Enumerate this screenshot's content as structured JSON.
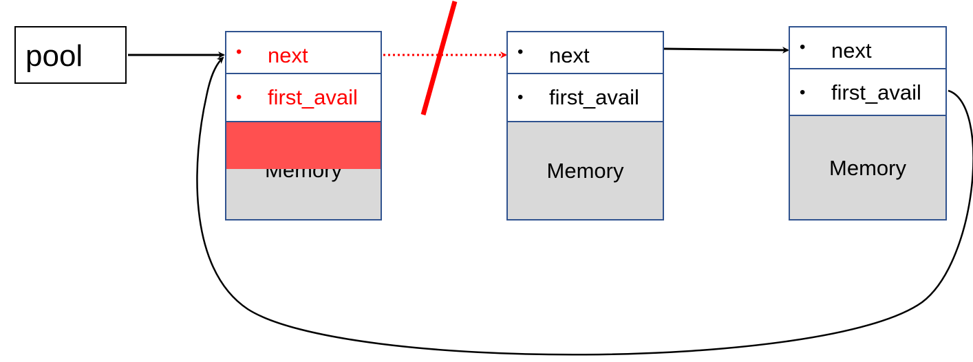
{
  "pool": {
    "label": "pool"
  },
  "blocks": [
    {
      "next_label": "next",
      "first_avail_label": "first_avail",
      "memory_label": "Memory",
      "bullet": "•"
    },
    {
      "next_label": "next",
      "first_avail_label": "first_avail",
      "memory_label": "Memory",
      "bullet": "•"
    },
    {
      "next_label": "next",
      "first_avail_label": "first_avail",
      "memory_label": "Memory",
      "bullet": "•"
    }
  ],
  "colors": {
    "highlight_text": "#ff0000",
    "overlay": "#ff5050",
    "block_border": "#2f528f",
    "memory_fill": "#d9d9d9"
  }
}
